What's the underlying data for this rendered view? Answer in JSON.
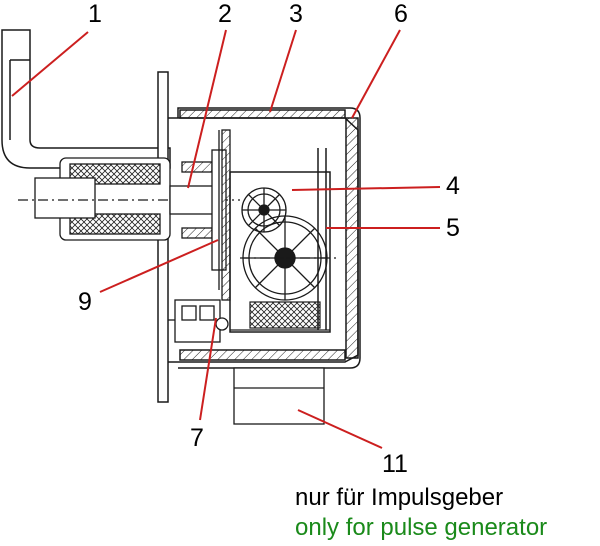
{
  "callouts": [
    {
      "id": "1",
      "label": "1"
    },
    {
      "id": "2",
      "label": "2"
    },
    {
      "id": "3",
      "label": "3"
    },
    {
      "id": "4",
      "label": "4"
    },
    {
      "id": "5",
      "label": "5"
    },
    {
      "id": "6",
      "label": "6"
    },
    {
      "id": "7",
      "label": "7"
    },
    {
      "id": "9",
      "label": "9"
    },
    {
      "id": "11",
      "label": "11"
    }
  ],
  "caption": {
    "german": "nur für Impulsgeber",
    "english": "only for pulse generator"
  },
  "colors": {
    "leader_lines": "#cc1f1f",
    "drawing": "#1a1a1a",
    "caption_german": "#000000",
    "caption_english": "#1a8a1a"
  }
}
